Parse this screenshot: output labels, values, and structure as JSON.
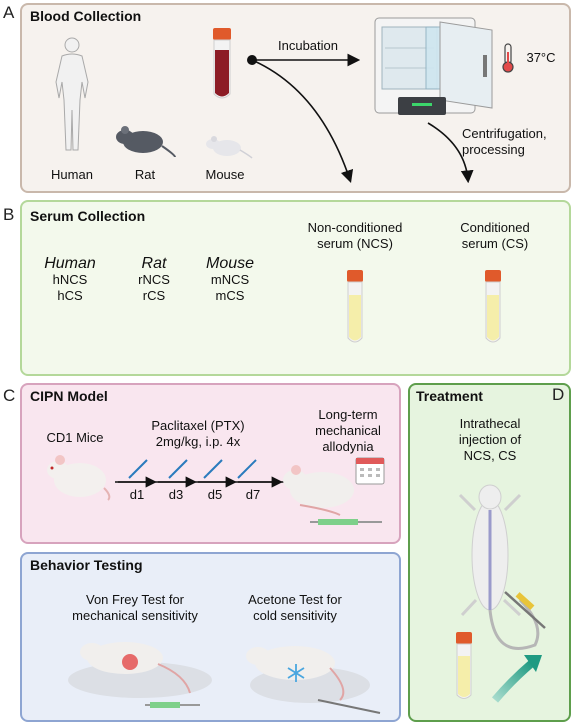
{
  "panel_letters": {
    "a": "A",
    "b": "B",
    "c": "C",
    "d": "D"
  },
  "blood": {
    "title": "Blood Collection",
    "human": "Human",
    "rat": "Rat",
    "mouse": "Mouse",
    "incubation": "Incubation",
    "temp": "37°C",
    "centrifugation": "Centrifugation,\nprocessing"
  },
  "serum": {
    "title": "Serum Collection",
    "human_label": "Human",
    "human_ncs": "hNCS",
    "human_cs": "hCS",
    "rat_label": "Rat",
    "rat_ncs": "rNCS",
    "rat_cs": "rCS",
    "mouse_label": "Mouse",
    "mouse_ncs": "mNCS",
    "mouse_cs": "mCS",
    "ncs": "Non-conditioned\nserum (NCS)",
    "cs": "Conditioned\nserum (CS)"
  },
  "cipn": {
    "title": "CIPN Model",
    "mice": "CD1 Mice",
    "ptx": "Paclitaxel (PTX)\n2mg/kg, i.p. 4x",
    "days": [
      "d1",
      "d3",
      "d5",
      "d7"
    ],
    "outcome": "Long-term\nmechanical\nallodynia"
  },
  "behavior": {
    "title": "Behavior Testing",
    "vonfrey": "Von Frey Test for\nmechanical sensitivity",
    "acetone": "Acetone Test for\ncold sensitivity"
  },
  "treatment": {
    "title": "Treatment",
    "desc": "Intrathecal\ninjection of\nNCS, CS"
  },
  "colors": {
    "panel_a_bg": "#f6f2ee",
    "panel_a_border": "#c9b8ab",
    "panel_b_bg": "#f3f9ec",
    "panel_b_border": "#b4d89a",
    "panel_c_bg": "#f9e6ef",
    "panel_c_border": "#d7a3bd",
    "panel_bt_bg": "#e9eef8",
    "panel_bt_border": "#8ea5d2",
    "panel_d_bg": "#e6f4df",
    "panel_d_border": "#5e9e4c",
    "blood": "#8d1c25",
    "serum": "#f5eeaa",
    "cap": "#e05a2b"
  }
}
